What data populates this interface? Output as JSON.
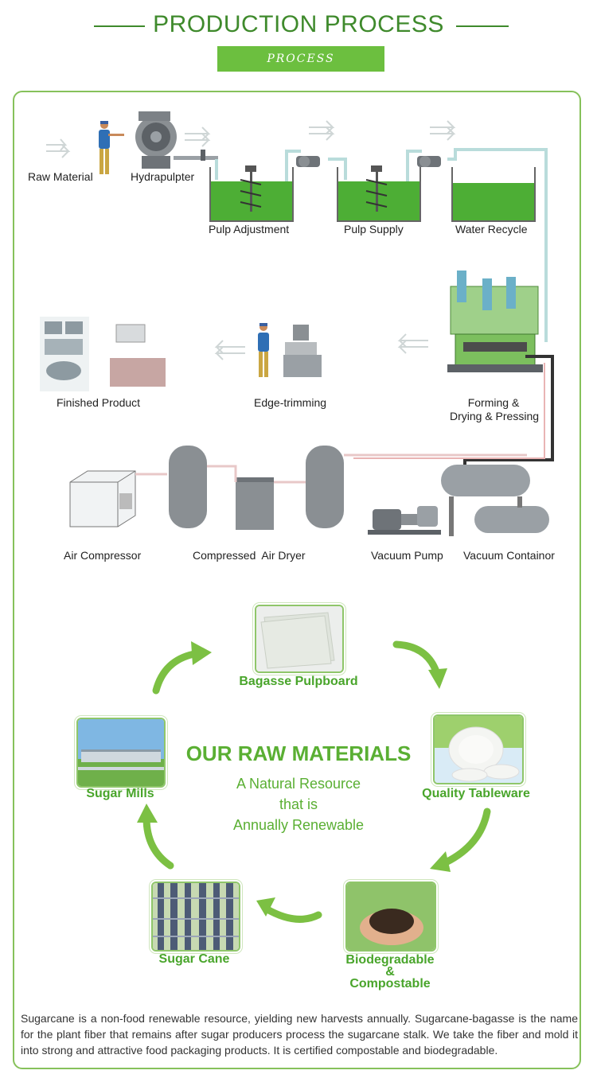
{
  "header": {
    "title": "PRODUCTION PROCESS",
    "banner": "PROCESS"
  },
  "process": {
    "raw_material": "Raw Material",
    "hydrapulper": "Hydrapulpter",
    "pulp_adjustment": "Pulp Adjustment",
    "pulp_supply": "Pulp Supply",
    "water_recycle": "Water Recycle",
    "finished_product": "Finished Product",
    "edge_trimming": "Edge-trimming",
    "forming_line1": "Forming &",
    "forming_line2": "Drying & Pressing",
    "air_compressor": "Air Compressor",
    "compressed_air_dryer": "Compressed  Air Dryer",
    "vacuum_pump": "Vacuum Pump",
    "vacuum_container": "Vacuum Containor"
  },
  "raw_materials": {
    "title": "OUR RAW MATERIALS",
    "sub_line1": "A Natural Resource",
    "sub_line2": "that is",
    "sub_line3": "Annually Renewable",
    "cycle": {
      "pulpboard": "Bagasse Pulpboard",
      "tableware": "Quality Tableware",
      "biodegradable_line1": "Biodegradable",
      "biodegradable_line2": "&",
      "biodegradable_line3": "Compostable",
      "sugar_cane": "Sugar Cane",
      "sugar_mills": "Sugar Mills"
    }
  },
  "description": "Sugarcane is a non-food renewable resource, yielding new harvests annually. Sugarcane-bagasse is the name for the plant fiber that remains after sugar producers process the sugarcane stalk. We take the fiber and mold it into strong and attractive food packaging products. It is certified compostable and biodegradable.",
  "colors": {
    "accent_green": "#3f8a2c",
    "light_green": "#6cbf3f",
    "water_green": "#4dae35",
    "frame_green": "#86c15a"
  }
}
